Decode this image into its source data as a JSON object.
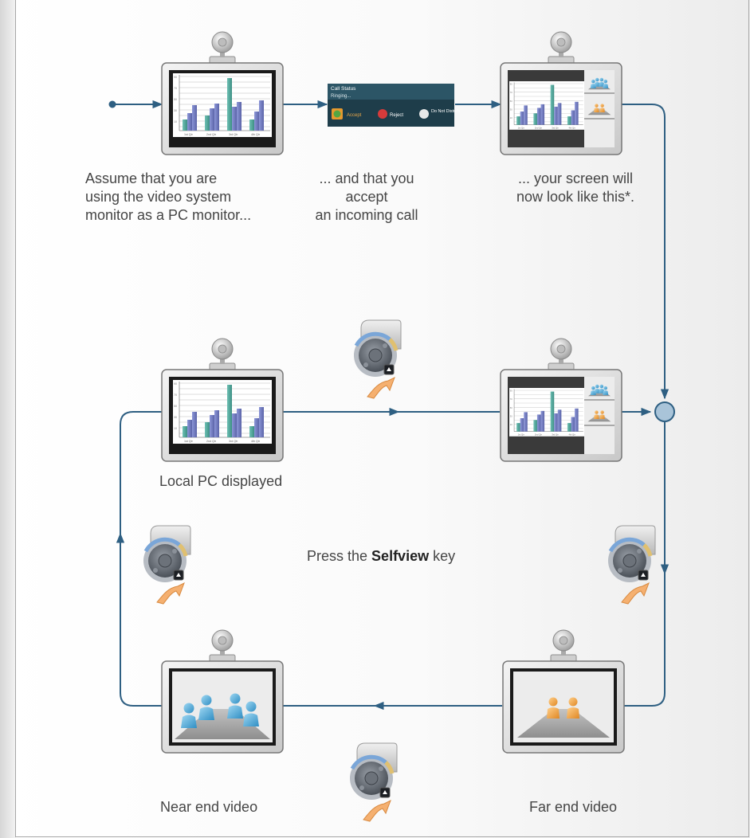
{
  "captions": {
    "step1": "Assume that you are\nusing the video system\nmonitor as a PC monitor...",
    "step2": "... and that you\naccept\nan incoming call",
    "step3": "... your screen will\nnow look like this*.",
    "local_pc": "Local PC displayed",
    "near_end": "Near end video",
    "far_end": "Far end video"
  },
  "instruction": {
    "prefix": "Press the ",
    "key": "Selfview",
    "suffix": " key"
  },
  "call_status": {
    "title": "Call Status",
    "state": "Ringing...",
    "accept": "Accept",
    "reject": "Reject",
    "dnd": "Do Not Disturb"
  },
  "icons": {
    "monitor": "monitor-icon",
    "camera": "camera-icon",
    "remote": "remote-control-icon",
    "press_arrow": "press-arrow-icon",
    "participants": "participants-icon"
  },
  "colors": {
    "flow_line": "#2e5f82",
    "junction": "#a9c4d9",
    "press_arrow": "#f5b070",
    "near_people": "#5aaad6",
    "far_people": "#f0a03a"
  }
}
